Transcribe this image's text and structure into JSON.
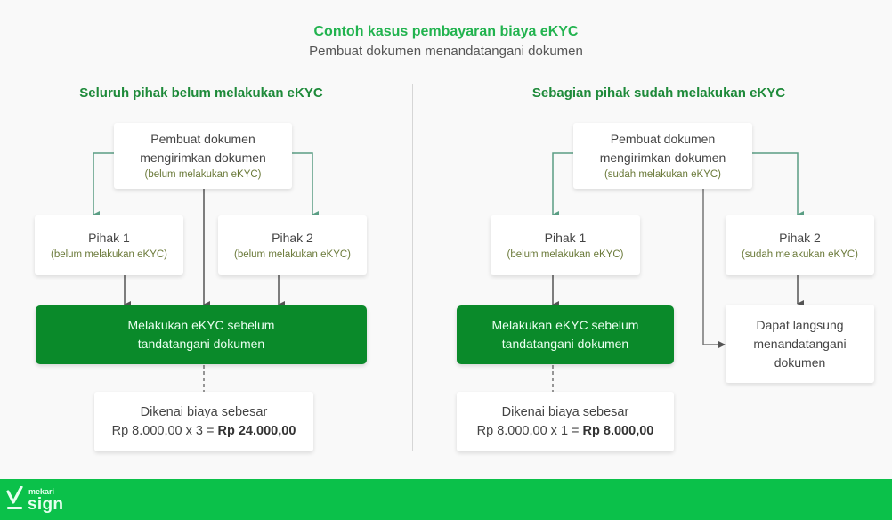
{
  "header": {
    "title": "Contoh kasus pembayaran biaya eKYC",
    "subtitle": "Pembuat dokumen menandatangani dokumen"
  },
  "left": {
    "section_title": "Seluruh pihak belum melakukan eKYC",
    "creator": {
      "line1": "Pembuat dokumen",
      "line2": "mengirimkan dokumen",
      "status": "(belum melakukan eKYC)"
    },
    "party1": {
      "name": "Pihak 1",
      "status": "(belum melakukan eKYC)"
    },
    "party2": {
      "name": "Pihak 2",
      "status": "(belum melakukan eKYC)"
    },
    "action": {
      "line1": "Melakukan eKYC sebelum",
      "line2": "tandatangani dokumen"
    },
    "cost": {
      "label": "Dikenai biaya sebesar",
      "formula": "Rp 8.000,00 x 3 = ",
      "total": "Rp 24.000,00"
    }
  },
  "right": {
    "section_title": "Sebagian pihak sudah melakukan eKYC",
    "creator": {
      "line1": "Pembuat dokumen",
      "line2": "mengirimkan dokumen",
      "status": "(sudah melakukan eKYC)"
    },
    "party1": {
      "name": "Pihak 1",
      "status": "(belum melakukan eKYC)"
    },
    "party2": {
      "name": "Pihak 2",
      "status": "(sudah melakukan eKYC)"
    },
    "action": {
      "line1": "Melakukan eKYC sebelum",
      "line2": "tandatangani dokumen"
    },
    "direct": {
      "line1": "Dapat langsung",
      "line2": "menandatangani",
      "line3": "dokumen"
    },
    "cost": {
      "label": "Dikenai biaya sebesar",
      "formula": "Rp 8.000,00 x 1 = ",
      "total": "Rp 8.000,00"
    }
  },
  "footer": {
    "brand_small": "mekari",
    "brand_large": "sign"
  },
  "colors": {
    "title_green": "#22b34f",
    "section_green": "#1e8a3a",
    "action_green": "#0a8a2a",
    "footer_green": "#0bc14a",
    "arrow_teal": "#5a9e84",
    "arrow_gray": "#555555"
  }
}
